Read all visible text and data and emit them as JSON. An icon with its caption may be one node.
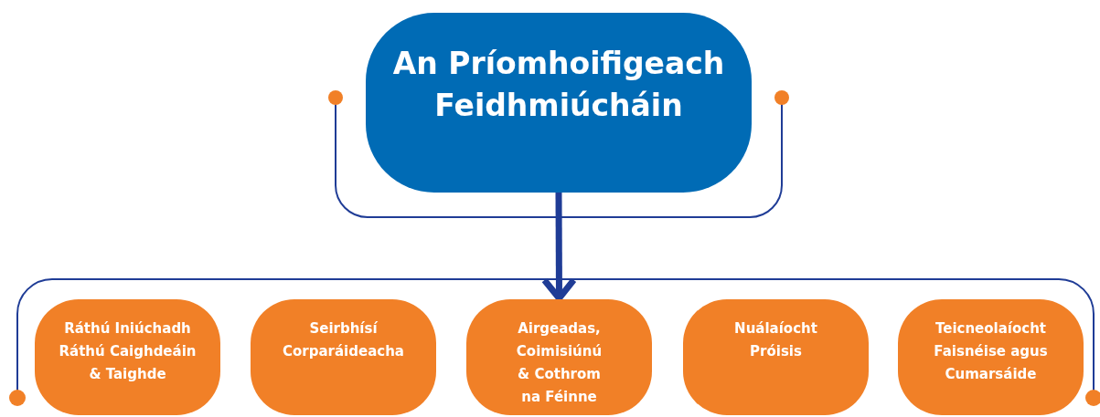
{
  "diagram": {
    "nodes": [
      {
        "text": [
          "An Príomhoifigeach Feidhmiúcháin"
        ]
      },
      {
        "text": [
          "Ráthú Iniúchadh Ráthú Caighdeáin & Taighde"
        ]
      },
      {
        "text": [
          "Seirbhísí Corparáideacha"
        ]
      },
      {
        "text": [
          "Airgeadas, Coimisiúnú & Cothrom na Féinne"
        ]
      },
      {
        "text": [
          "Nuálaíocht Próisis"
        ]
      },
      {
        "text": [
          "Teicneolaíocht Faisnéise agus Cumarsáide"
        ]
      }
    ],
    "edges": [
      {
        "from": 0,
        "to": 3,
        "arrow": "to"
      }
    ]
  }
}
